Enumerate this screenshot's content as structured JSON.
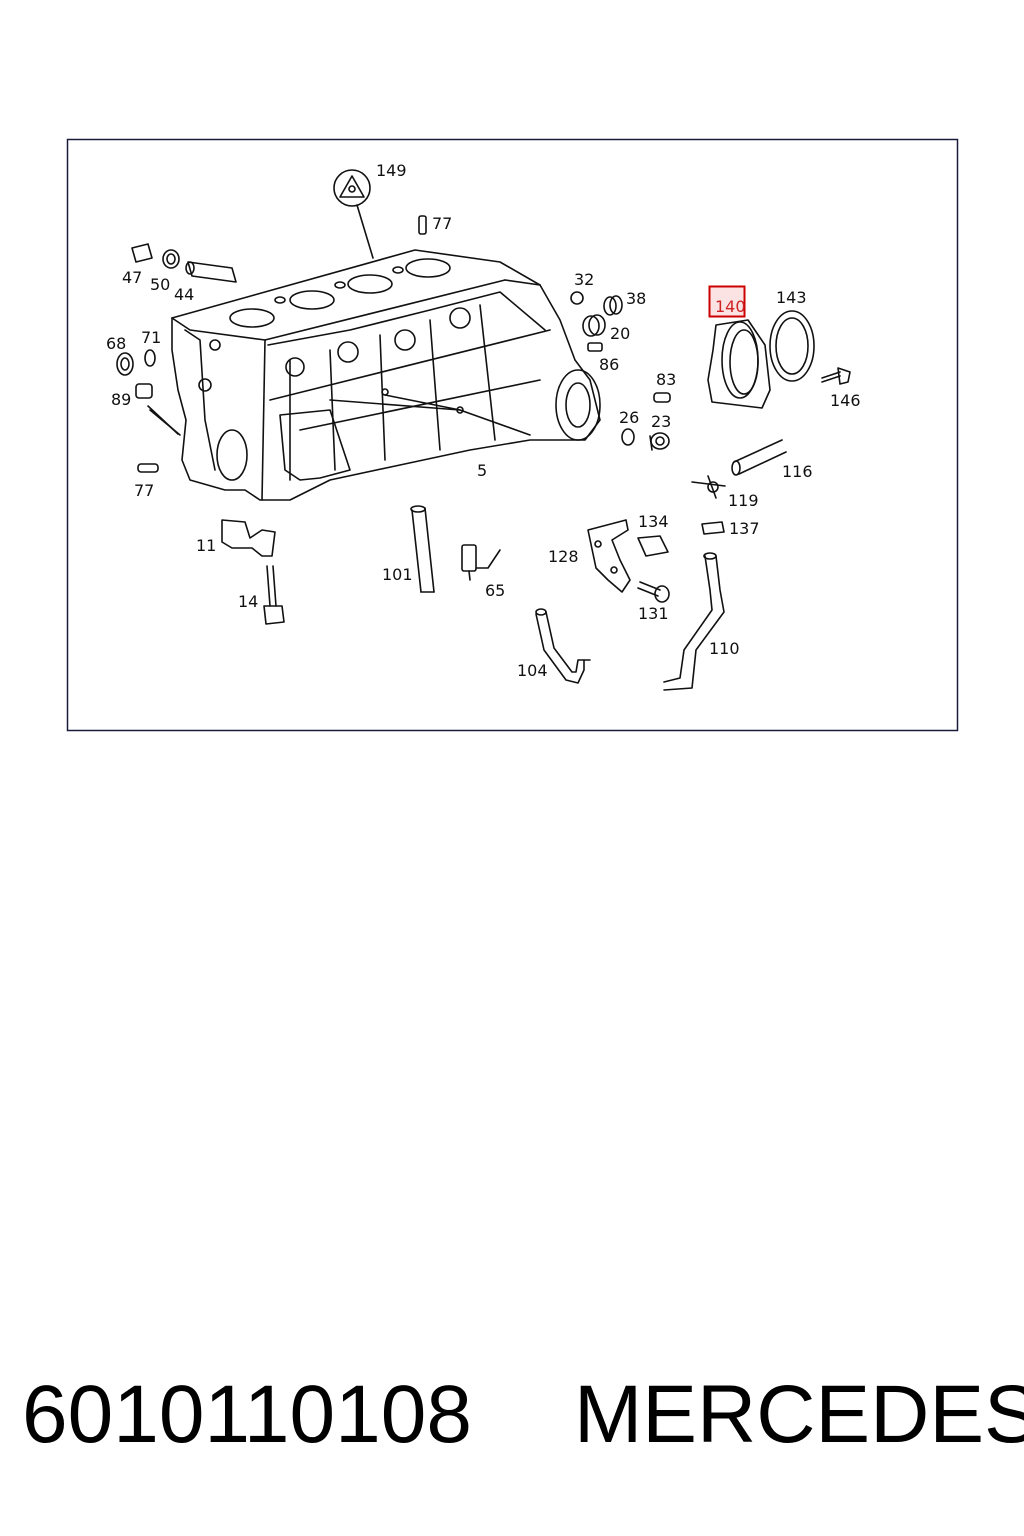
{
  "diagram": {
    "labels": {
      "l149": "149",
      "l77a": "77",
      "l47": "47",
      "l50": "50",
      "l44": "44",
      "l32": "32",
      "l38": "38",
      "l20": "20",
      "l86": "86",
      "l140": "140",
      "l143": "143",
      "l68": "68",
      "l71": "71",
      "l89": "89",
      "l83": "83",
      "l146": "146",
      "l26": "26",
      "l23": "23",
      "l5": "5",
      "l116": "116",
      "l119": "119",
      "l77b": "77",
      "l134": "134",
      "l137": "137",
      "l11": "11",
      "l128": "128",
      "l101": "101",
      "l65": "65",
      "l14": "14",
      "l131": "131",
      "l110": "110",
      "l104": "104"
    },
    "highlight_color": "#cc0000",
    "highlight_fill": "#fbe3e3"
  },
  "caption": {
    "part_number": "6010110108",
    "brand": "MERCEDES"
  }
}
